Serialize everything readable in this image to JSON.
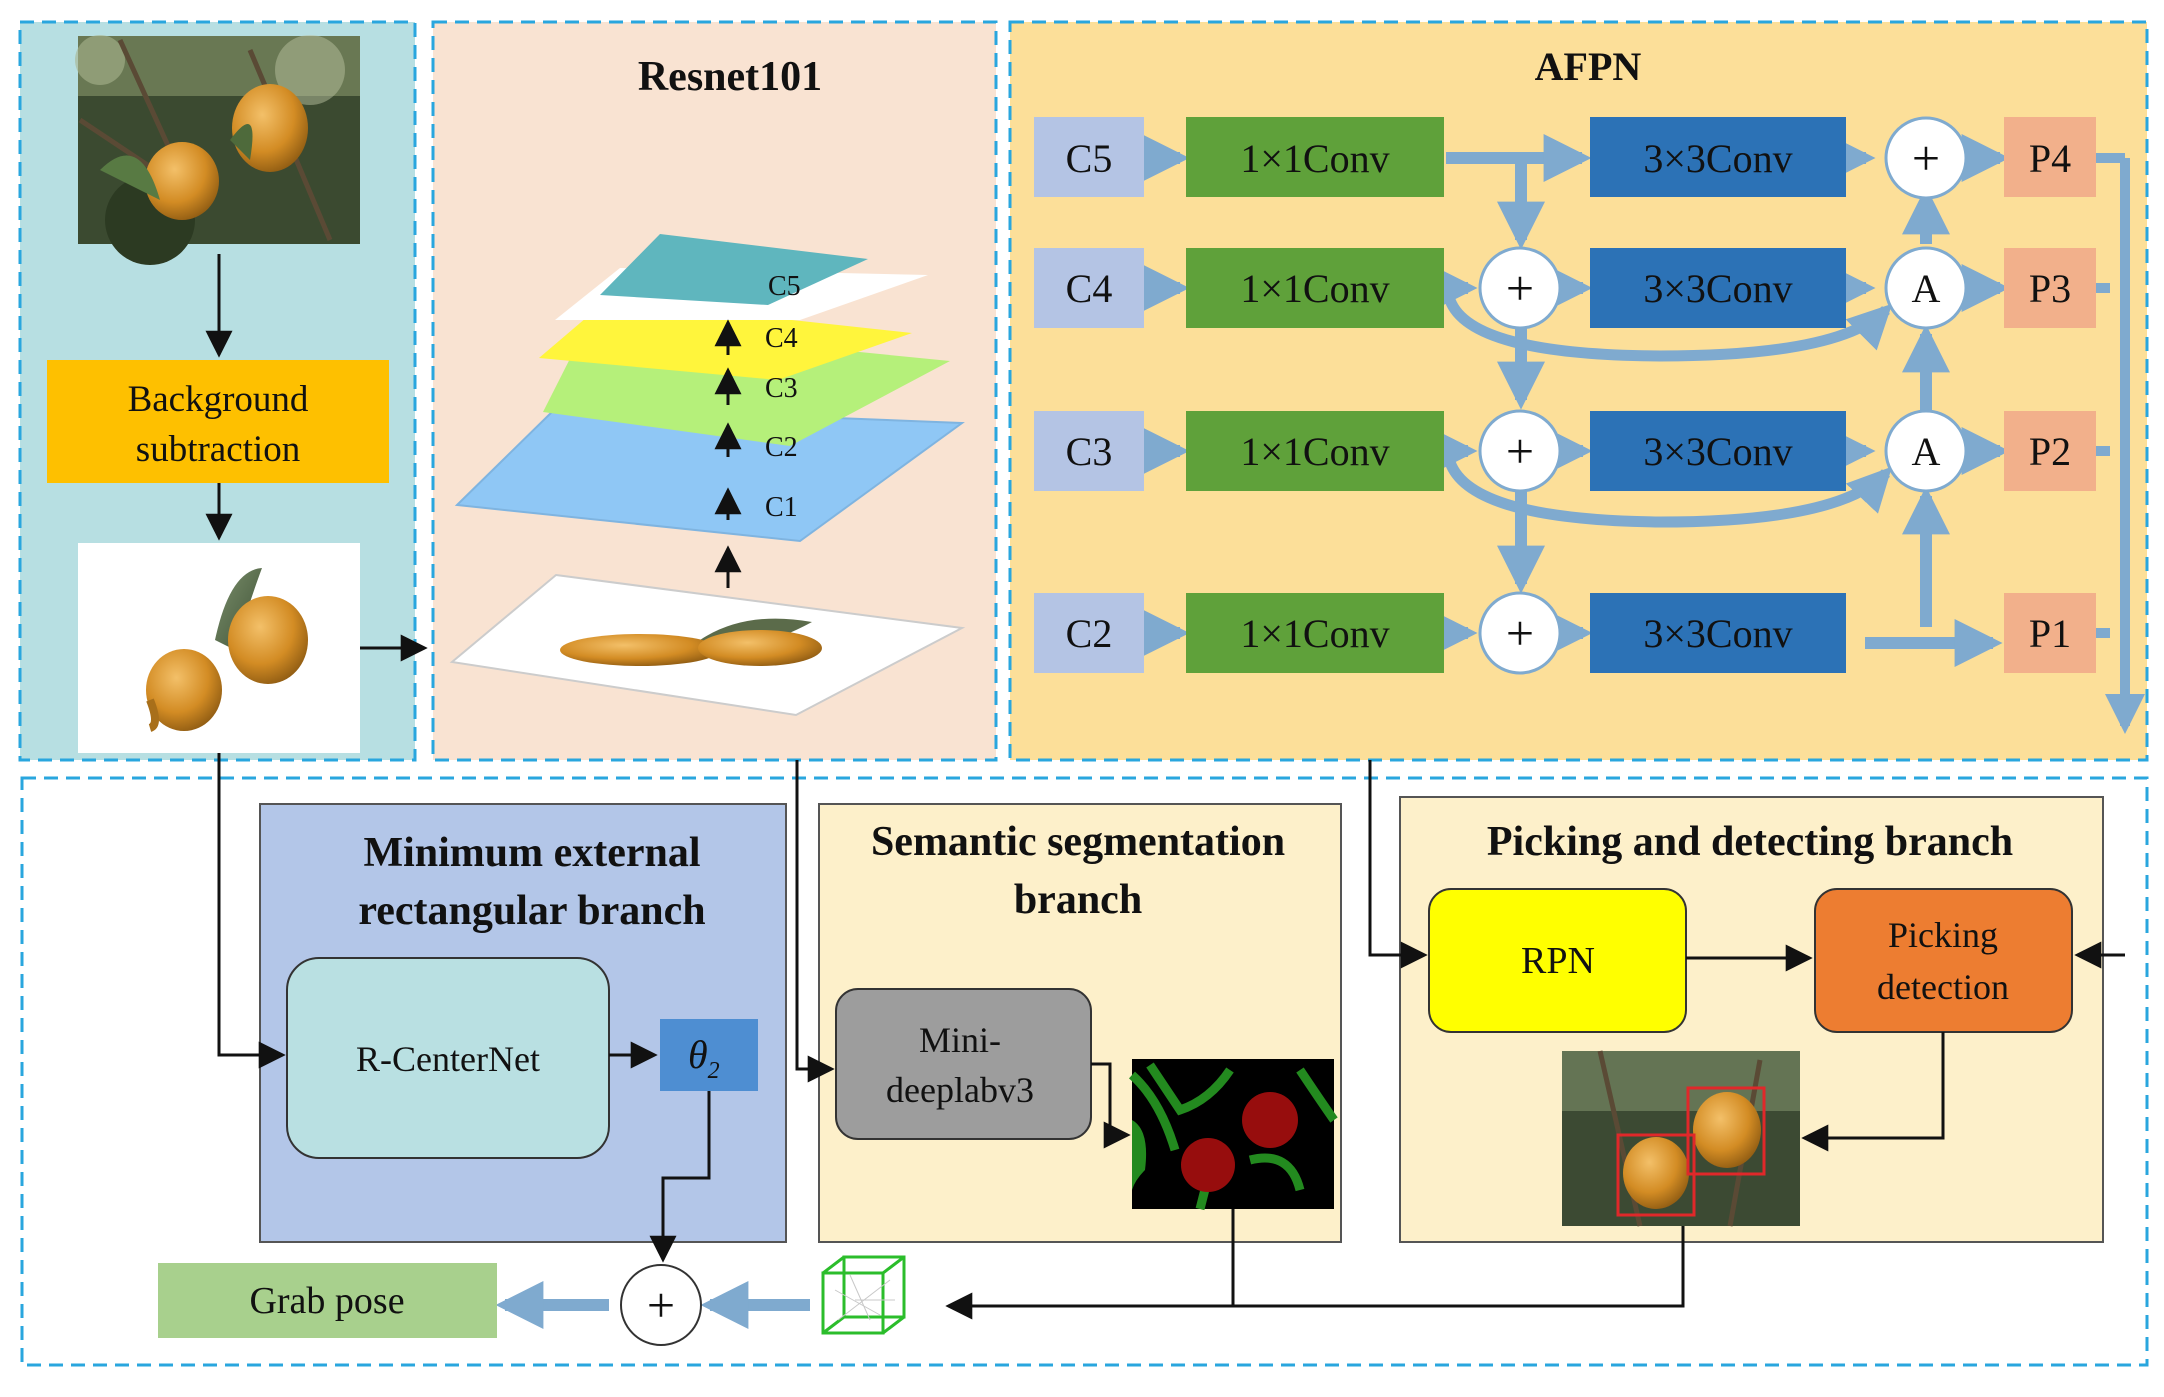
{
  "backbone": {
    "title": "Resnet101",
    "layers": [
      "C5",
      "C4",
      "C3",
      "C2",
      "C1"
    ]
  },
  "preprocess": {
    "background_subtraction": "Background\nsubtraction"
  },
  "afpn": {
    "title": "AFPN",
    "inputs": [
      "C5",
      "C4",
      "C3",
      "C2"
    ],
    "lateral_conv": "1×1Conv",
    "output_conv": "3×3Conv",
    "plus_symbol": "+",
    "attention_symbol": "A",
    "outputs": [
      "P4",
      "P3",
      "P2",
      "P1"
    ]
  },
  "branches": {
    "rect": {
      "title": "Minimum external\nrectangular branch",
      "module": "R-CenterNet",
      "theta_symbol": "θ",
      "theta_subscript": "2"
    },
    "semantic": {
      "title": "Semantic segmentation\nbranch",
      "module": "Mini-\ndeeplabv3"
    },
    "picking": {
      "title": "Picking and detecting branch",
      "rpn": "RPN",
      "detection": "Picking\ndetection"
    }
  },
  "output": {
    "grab_pose": "Grab pose",
    "plus_symbol": "+"
  },
  "colors": {
    "panel_cyan": "#b7dfe2",
    "panel_peach": "#f9e3d2",
    "panel_orange": "#fcdf99",
    "dashed_border": "#29a6de",
    "conv1x1": "#5fa13a",
    "conv3x3": "#2c72b6",
    "input_box": "#b4c4e4",
    "output_box": "#f2b08b",
    "arrow_blue": "#7faacf",
    "background_subtraction": "#fec000",
    "rect_branch": "#b3c6e8",
    "semantic_branch": "#fdf0ca",
    "rpn": "#ffff00",
    "picking_detection": "#ed7d31",
    "grab_pose": "#a8d08d"
  }
}
